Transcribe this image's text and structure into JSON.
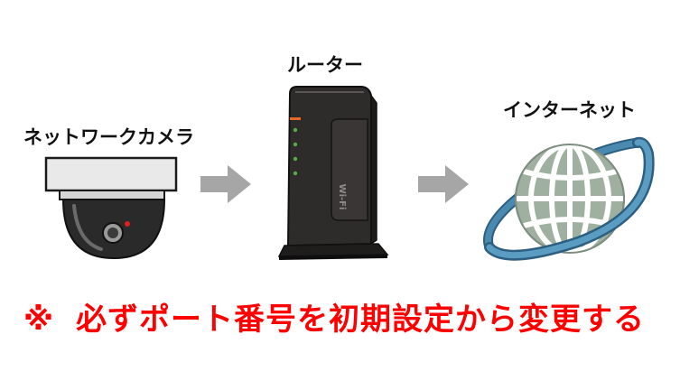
{
  "labels": {
    "camera": "ネットワークカメラ",
    "router": "ルーター",
    "internet": "インターネット"
  },
  "router_badge": "Wi-Fi",
  "warning": {
    "mark": "※",
    "text": "必ずポート番号を初期設定から変更する"
  },
  "colors": {
    "warning": "#ff0000",
    "arrow": "#a6a6a6",
    "globe": "#9fb0a0",
    "ring": "#4a8ab0",
    "router_body": "#2e2b2b",
    "router_led_orange": "#e8682a",
    "router_led_green": "#5aa84e"
  },
  "icons": [
    "camera-icon",
    "router-icon",
    "globe-icon",
    "arrow-right-icon"
  ]
}
